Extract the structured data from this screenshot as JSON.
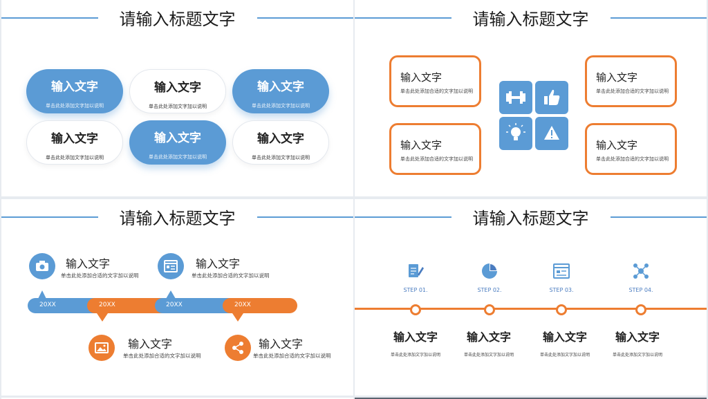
{
  "colors": {
    "blue": "#5b9bd5",
    "orange": "#ed7d31"
  },
  "slide1": {
    "title": "请输入标题文字",
    "pills": [
      {
        "heading": "输入文字",
        "desc": "单击此处添加文字加以说明"
      },
      {
        "heading": "输入文字",
        "desc": "单击此处添加文字加以说明"
      },
      {
        "heading": "输入文字",
        "desc": "单击此处添加文字加以说明"
      },
      {
        "heading": "输入文字",
        "desc": "单击此处添加文字加以说明"
      },
      {
        "heading": "输入文字",
        "desc": "单击此处添加文字加以说明"
      },
      {
        "heading": "输入文字",
        "desc": "单击此处添加文字加以说明"
      }
    ]
  },
  "slide2": {
    "title": "请输入标题文字",
    "boxes": [
      {
        "heading": "输入文字",
        "desc": "单击此处添加合适的文字加以说明"
      },
      {
        "heading": "输入文字",
        "desc": "单击此处添加合适的文字加以说明"
      },
      {
        "heading": "输入文字",
        "desc": "单击此处添加合适的文字加以说明"
      },
      {
        "heading": "输入文字",
        "desc": "单击此处添加合适的文字加以说明"
      }
    ],
    "icons": [
      "dumbbell-icon",
      "thumbs-up-icon",
      "lightbulb-icon",
      "warning-icon"
    ]
  },
  "slide3": {
    "title": "请输入标题文字",
    "items": [
      {
        "heading": "输入文字",
        "desc": "单击此处添加合适的文字加以说明",
        "icon": "camera-icon"
      },
      {
        "heading": "输入文字",
        "desc": "单击此处添加合适的文字加以说明",
        "icon": "browser-window-icon"
      },
      {
        "heading": "输入文字",
        "desc": "单击此处添加合适的文字加以说明",
        "icon": "image-icon"
      },
      {
        "heading": "输入文字",
        "desc": "单击此处添加合适的文字加以说明",
        "icon": "share-icon"
      }
    ],
    "years": [
      "20XX",
      "20XX",
      "20XX",
      "20XX"
    ]
  },
  "slide4": {
    "title": "请输入标题文字",
    "steps": [
      {
        "label": "STEP 01.",
        "heading": "输入文字",
        "desc": "单击此处添加文字加以说明",
        "icon": "clipboard-pen-icon"
      },
      {
        "label": "STEP 02.",
        "heading": "输入文字",
        "desc": "单击此处添加文字加以说明",
        "icon": "pie-chart-icon"
      },
      {
        "label": "STEP 03.",
        "heading": "输入文字",
        "desc": "单击此处添加文字加以说明",
        "icon": "browser-window-icon"
      },
      {
        "label": "STEP 04.",
        "heading": "输入文字",
        "desc": "单击此处添加文字加以说明",
        "icon": "network-nodes-icon"
      }
    ]
  }
}
